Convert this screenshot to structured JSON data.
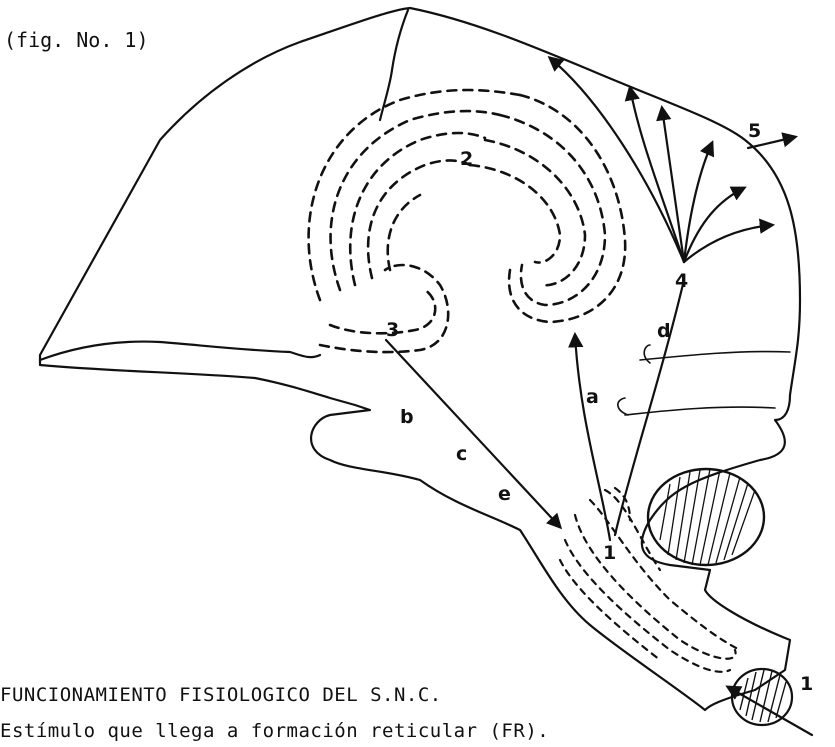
{
  "figure": {
    "label": "(fig. No. 1)"
  },
  "diagram_labels": {
    "reticular_formation": "1",
    "thalamus": "2",
    "basal_ganglia": "3",
    "cortex_point": "4",
    "output": "5",
    "stimulus": "1",
    "pathway_a": "a",
    "pathway_b": "b",
    "pathway_c": "c",
    "pathway_d": "d",
    "pathway_e": "e"
  },
  "caption": {
    "title": "FUNCIONAMIENTO FISIOLOGICO DEL S.N.C.",
    "line1": "Estímulo que llega a formación reticular (FR)."
  }
}
